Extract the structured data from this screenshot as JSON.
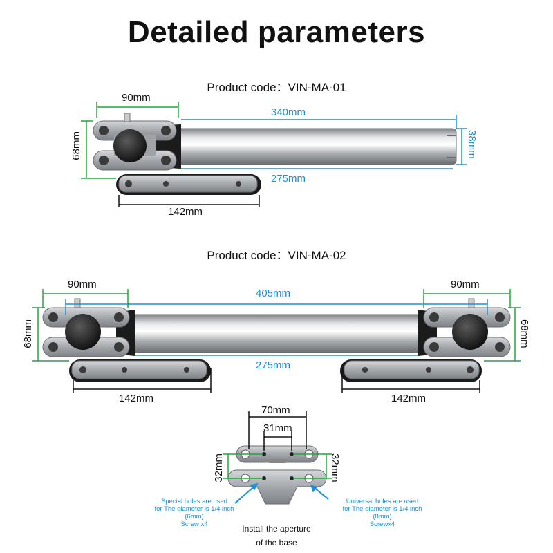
{
  "title": "Detailed parameters",
  "products": [
    {
      "code_label": "Product code：VIN-MA-01",
      "dims": {
        "mount_width": "90mm",
        "tube_length": "340mm",
        "tube_diameter": "38mm",
        "mount_height": "68mm",
        "inner_length": "275mm",
        "base_length": "142mm"
      }
    },
    {
      "code_label": "Product code：VIN-MA-02",
      "dims": {
        "mount_width_left": "90mm",
        "mount_width_right": "90mm",
        "tube_length": "405mm",
        "mount_height_left": "68mm",
        "mount_height_right": "68mm",
        "inner_length": "275mm",
        "base_length_left": "142mm",
        "base_length_right": "142mm"
      }
    }
  ],
  "base": {
    "outer_spacing": "70mm",
    "inner_spacing": "31mm",
    "height_left": "32mm",
    "height_right": "32mm",
    "note_left": [
      "Special holes are used",
      "for The diameter is 1/4 inch",
      "(6mm)",
      "Screw x4"
    ],
    "note_right": [
      "Universal holes are used",
      "for The diameter is 1/4 inch",
      "(8mm)",
      "Screwx4"
    ],
    "install_lines": [
      "Install the aperture",
      "of the base"
    ]
  },
  "colors": {
    "dimension_green": "#1fa83a",
    "dimension_blue": "#1a8fd6",
    "metal": "#b9bcc0",
    "black_rubber": "#1b1b1b"
  }
}
